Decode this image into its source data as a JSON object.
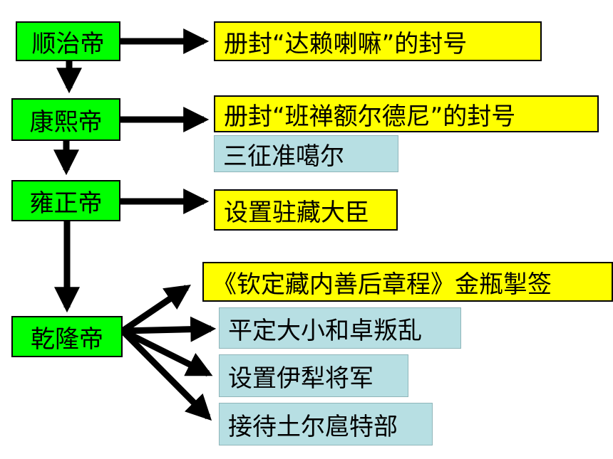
{
  "emperors": {
    "shunzhi": "顺治帝",
    "kangxi": "康熙帝",
    "yongzheng": "雍正帝",
    "qianlong": "乾隆帝"
  },
  "events": {
    "shunzhi_1": "册封“达赖喇嘛”的封号",
    "kangxi_1": "册封“班禅额尔德尼”的封号",
    "kangxi_2": "三征准噶尔",
    "yongzheng_1": "设置驻藏大臣",
    "qianlong_1": "《钦定藏内善后章程》金瓶掣签",
    "qianlong_2": "平定大小和卓叛乱",
    "qianlong_3": "设置伊犁将军",
    "qianlong_4": "接待土尔扈特部"
  },
  "colors": {
    "emperor_fill": "#00ff00",
    "policy_fill": "#ffff00",
    "military_fill": "#b7dfe3",
    "arrow": "#000000"
  }
}
